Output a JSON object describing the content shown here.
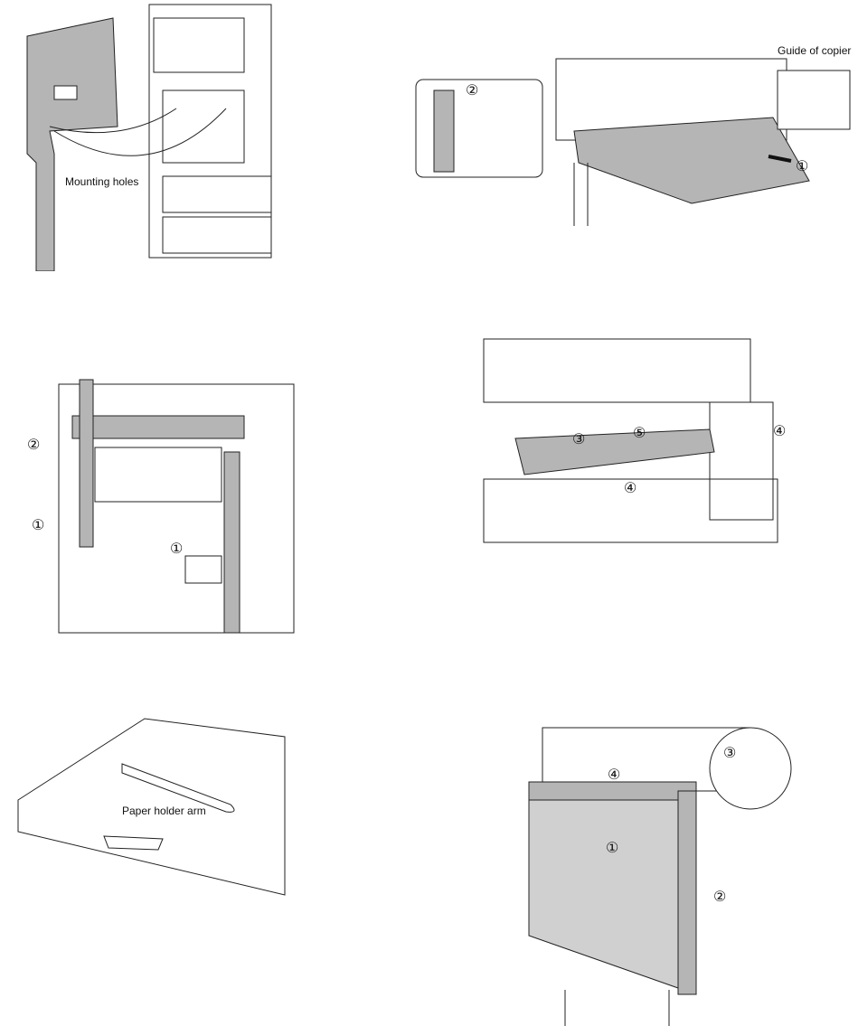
{
  "figures": {
    "fig1": {
      "label": "Mounting holes"
    },
    "fig2": {
      "label": "Guide of copier",
      "steps": [
        "②",
        "①"
      ]
    },
    "fig3": {
      "steps": [
        "②",
        "①",
        "①"
      ]
    },
    "fig4": {
      "steps": [
        "③",
        "⑤",
        "④",
        "④"
      ]
    },
    "fig5": {
      "label": "Paper holder arm"
    },
    "fig6": {
      "steps": [
        "④",
        "③",
        "①",
        "②"
      ]
    }
  }
}
